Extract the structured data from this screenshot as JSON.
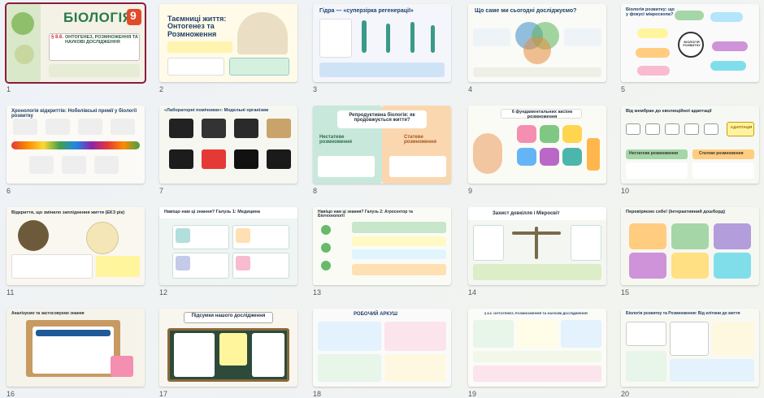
{
  "slides": [
    {
      "num": "1",
      "title": "БІОЛОГІЯ",
      "badge": "9",
      "subtitle": "ОНТОГЕНЕЗ, РОЗМНОЖЕННЯ ТА НАУКОВІ ДОСЛІДЖЕННЯ",
      "section": "§ 8.6."
    },
    {
      "num": "2",
      "title": "Таємниці життя: Онтогенез та Розмноження"
    },
    {
      "num": "3",
      "title": "Гідра — «суперзірка регенерації»"
    },
    {
      "num": "4",
      "title": "Що саме ми сьогодні досліджуємо?"
    },
    {
      "num": "5",
      "title": "Біологія розвитку: що у фокусі мікроскопа?",
      "center": "БІОЛОГІЯ РОЗВИТКУ"
    },
    {
      "num": "6",
      "title": "Хронологія відкриттів: Нобелівські премії у біології розвитку"
    },
    {
      "num": "7",
      "title": "«Лабораторні помічники»: Модельні організми"
    },
    {
      "num": "8",
      "title": "Репродуктивна біологія: як продовжується життя?",
      "left": "Нестатеве розмноження",
      "right": "Статеве розмноження"
    },
    {
      "num": "9",
      "title": "6 фундаментальних аксіом розмноження"
    },
    {
      "num": "10",
      "title": "Від мембран до еволюційної адаптації",
      "left": "Нестатеве розмноження",
      "right": "Статеве розмноження",
      "badge": "АДАПТАЦІЯ"
    },
    {
      "num": "11",
      "title": "Відкриття, що змінило запліднення життя (ЕКЗ рік)"
    },
    {
      "num": "12",
      "title": "Навіщо нам ці знання? Галузь 1: Медицина"
    },
    {
      "num": "13",
      "title": "Навіщо нам ці знання? Галузь 2: Агросектор та Біотехнології"
    },
    {
      "num": "14",
      "title": "Захист довкілля і Мікросвіт"
    },
    {
      "num": "15",
      "title": "Перевіряємо себе! (Інтерактивний дошборд)"
    },
    {
      "num": "16",
      "title": "Аналізуємо та застосовуємо знання"
    },
    {
      "num": "17",
      "title": "Підсумки нашого дослідження"
    },
    {
      "num": "18",
      "title": "РОБОЧИЙ АРКУШ"
    },
    {
      "num": "19",
      "title": "§ 8.6. ОНТОГЕНЕЗ, РОЗМНОЖЕННЯ ТА НАУКОВІ ДОСЛІДЖЕННЯ"
    },
    {
      "num": "20",
      "title": "Біологія розвитку та Розмноження: Від клітини до життя"
    }
  ],
  "colors": {
    "selected": "#8b1c3a",
    "accent_green": "#3a8f5a",
    "accent_orange": "#e58b2a",
    "accent_teal": "#2a8f8a"
  }
}
